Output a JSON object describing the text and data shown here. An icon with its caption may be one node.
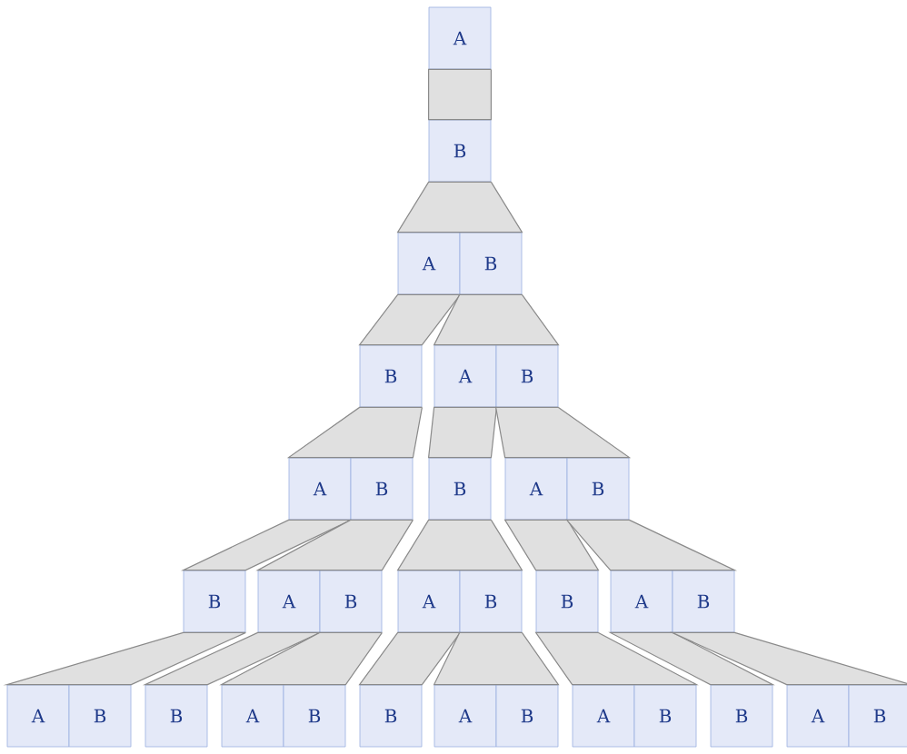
{
  "diagram": {
    "nodes": [
      {
        "text": [
          "A"
        ]
      },
      {
        "text": [
          "B"
        ]
      },
      {
        "text": [
          "A"
        ]
      },
      {
        "text": [
          "B"
        ]
      },
      {
        "text": [
          "B"
        ]
      },
      {
        "text": [
          "A"
        ]
      },
      {
        "text": [
          "B"
        ]
      },
      {
        "text": [
          "A"
        ]
      },
      {
        "text": [
          "B"
        ]
      },
      {
        "text": [
          "B"
        ]
      },
      {
        "text": [
          "A"
        ]
      },
      {
        "text": [
          "B"
        ]
      },
      {
        "text": [
          "B"
        ]
      },
      {
        "text": [
          "A"
        ]
      },
      {
        "text": [
          "B"
        ]
      },
      {
        "text": [
          "A"
        ]
      },
      {
        "text": [
          "B"
        ]
      },
      {
        "text": [
          "B"
        ]
      },
      {
        "text": [
          "A"
        ]
      },
      {
        "text": [
          "B"
        ]
      },
      {
        "text": [
          "A"
        ]
      },
      {
        "text": [
          "B"
        ]
      },
      {
        "text": [
          "B"
        ]
      },
      {
        "text": [
          "A"
        ]
      },
      {
        "text": [
          "B"
        ]
      },
      {
        "text": [
          "B"
        ]
      },
      {
        "text": [
          "A"
        ]
      },
      {
        "text": [
          "B"
        ]
      },
      {
        "text": [
          "A"
        ]
      },
      {
        "text": [
          "B"
        ]
      },
      {
        "text": [
          "B"
        ]
      },
      {
        "text": [
          "A"
        ]
      },
      {
        "text": [
          "B"
        ]
      }
    ],
    "edges": [
      {
        "from": 0,
        "to": 1,
        "arrow": "none"
      },
      {
        "from": 1,
        "to": 2,
        "arrow": "none"
      },
      {
        "from": 1,
        "to": 3,
        "arrow": "none"
      },
      {
        "from": 2,
        "to": 4,
        "arrow": "none"
      },
      {
        "from": 3,
        "to": 5,
        "arrow": "none"
      },
      {
        "from": 3,
        "to": 6,
        "arrow": "none"
      },
      {
        "from": 4,
        "to": 7,
        "arrow": "none"
      },
      {
        "from": 4,
        "to": 8,
        "arrow": "none"
      },
      {
        "from": 5,
        "to": 9,
        "arrow": "none"
      },
      {
        "from": 6,
        "to": 10,
        "arrow": "none"
      },
      {
        "from": 6,
        "to": 11,
        "arrow": "none"
      },
      {
        "from": 7,
        "to": 12,
        "arrow": "none"
      },
      {
        "from": 8,
        "to": 13,
        "arrow": "none"
      },
      {
        "from": 8,
        "to": 14,
        "arrow": "none"
      },
      {
        "from": 9,
        "to": 15,
        "arrow": "none"
      },
      {
        "from": 9,
        "to": 16,
        "arrow": "none"
      },
      {
        "from": 10,
        "to": 17,
        "arrow": "none"
      },
      {
        "from": 11,
        "to": 18,
        "arrow": "none"
      },
      {
        "from": 11,
        "to": 19,
        "arrow": "none"
      },
      {
        "from": 12,
        "to": 20,
        "arrow": "none"
      },
      {
        "from": 12,
        "to": 21,
        "arrow": "none"
      },
      {
        "from": 13,
        "to": 22,
        "arrow": "none"
      },
      {
        "from": 14,
        "to": 23,
        "arrow": "none"
      },
      {
        "from": 14,
        "to": 24,
        "arrow": "none"
      },
      {
        "from": 15,
        "to": 25,
        "arrow": "none"
      },
      {
        "from": 16,
        "to": 26,
        "arrow": "none"
      },
      {
        "from": 16,
        "to": 27,
        "arrow": "none"
      },
      {
        "from": 17,
        "to": 28,
        "arrow": "none"
      },
      {
        "from": 17,
        "to": 29,
        "arrow": "none"
      },
      {
        "from": 18,
        "to": 30,
        "arrow": "none"
      },
      {
        "from": 19,
        "to": 31,
        "arrow": "none"
      },
      {
        "from": 19,
        "to": 32,
        "arrow": "none"
      }
    ]
  }
}
